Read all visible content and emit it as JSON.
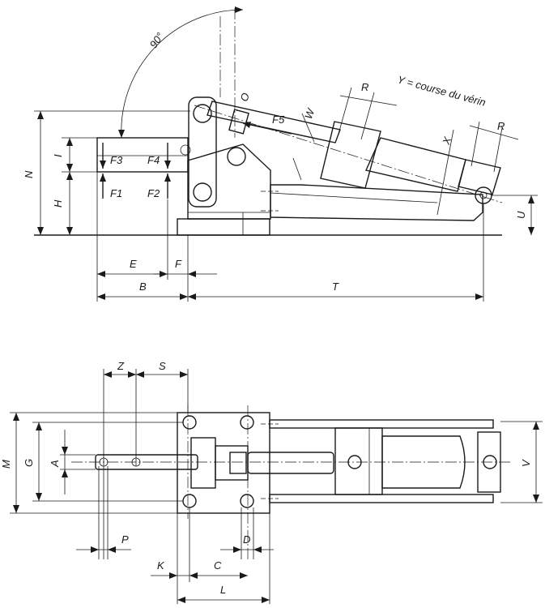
{
  "note": "Y = course du vérin",
  "angle": "90°",
  "side_view": {
    "dims": {
      "N": "N",
      "I": "I",
      "H": "H",
      "O": "O",
      "W": "W",
      "R_top": "R",
      "R_right": "R",
      "X": "X",
      "U": "U",
      "E": "E",
      "F": "F",
      "B": "B",
      "T": "T",
      "F5": "F5"
    },
    "forces": {
      "F1": "F1",
      "F2": "F2",
      "F3": "F3",
      "F4": "F4"
    }
  },
  "top_view": {
    "dims": {
      "Z": "Z",
      "S": "S",
      "M": "M",
      "G": "G",
      "A": "A",
      "V": "V",
      "P": "P",
      "D": "D",
      "K": "K",
      "C": "C",
      "L": "L"
    }
  }
}
